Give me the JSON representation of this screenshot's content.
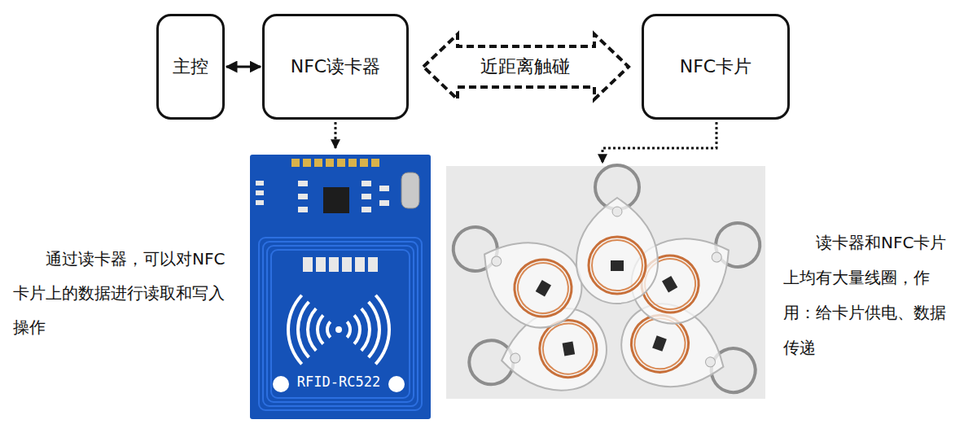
{
  "diagram": {
    "nodes": [
      {
        "text": [
          "主控"
        ]
      },
      {
        "text": [
          "NFC读卡器"
        ]
      },
      {
        "text": [
          "NFC卡片"
        ]
      }
    ],
    "edges": [
      {
        "from": 0,
        "to": 1,
        "arrow": "both"
      },
      {
        "from": 1,
        "to": 2,
        "label": "近距离触碰",
        "arrow": "both"
      }
    ],
    "labels": [
      "RFID-RC522",
      "通过读卡器，可以对NFC卡片上的数据进行读取和写入操作",
      "读卡器和NFC卡片上均有大量线圈，作用：给卡片供电、数据传递"
    ]
  }
}
